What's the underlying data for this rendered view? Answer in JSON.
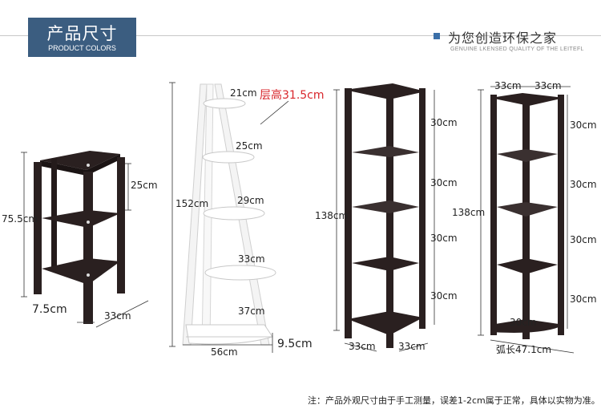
{
  "header": {
    "badge_title": "产品尺寸",
    "badge_subtitle": "PRODUCT COLORS",
    "slogan": "为您创造环保之家",
    "slogan_sub": "GENUINE LKENSED QUALITY OF THE LEITEFL"
  },
  "colors": {
    "badge": "#3b5d80",
    "dark_wood": "#2a2020",
    "white_shelf": "#ffffff",
    "highlight": "#d8262b"
  },
  "product1": {
    "height": "75.5cm",
    "tier": "25cm",
    "leg": "7.5cm",
    "side": "33cm"
  },
  "product2": {
    "layer_height": "层高31.5cm",
    "w1": "21cm",
    "w2": "25cm",
    "w3": "29cm",
    "w4": "33cm",
    "w5": "37cm",
    "height": "152cm",
    "base": "56cm",
    "foot": "9.5cm"
  },
  "product3": {
    "height": "138cm",
    "gaps": [
      "30cm",
      "30cm",
      "30cm",
      "30cm"
    ],
    "side_a": "33cm",
    "side_b": "33cm"
  },
  "product4": {
    "top_a": "33cm",
    "top_b": "33cm",
    "height": "138cm",
    "gaps": [
      "30cm",
      "30cm",
      "30cm",
      "30cm"
    ],
    "inner": "30cm",
    "arc": "弧长47.1cm"
  },
  "note": "注：产品外观尺寸由于手工测量，误差1-2cm属于正常，具体以实物为准。"
}
